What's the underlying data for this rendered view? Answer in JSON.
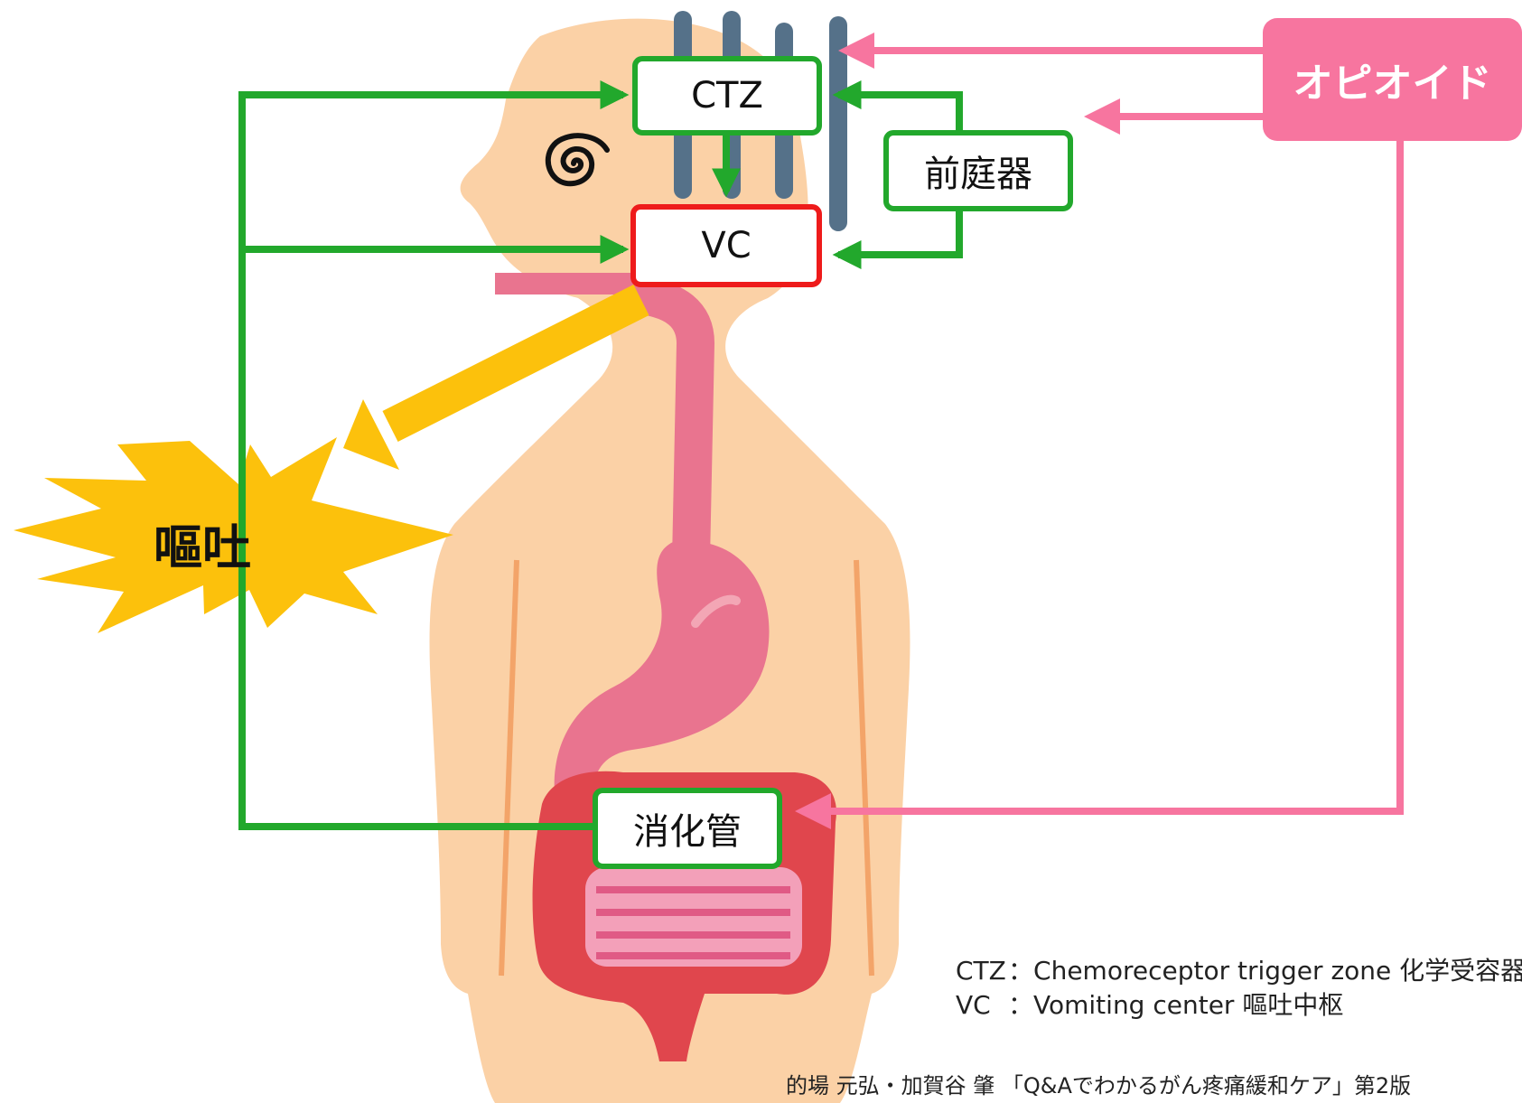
{
  "nodes": {
    "ctz": "CTZ",
    "vc": "VC",
    "vestibular": "前庭器",
    "gut": "消化管",
    "opioid": "オピオイド",
    "vomit": "嘔吐"
  },
  "legend": [
    {
      "abbr": "CTZ",
      "sep": "：",
      "text": "Chemoreceptor trigger zone 化学受容器引金帯"
    },
    {
      "abbr": "VC",
      "sep": "：",
      "text": "Vomiting center  嘔吐中枢"
    }
  ],
  "credit": "的場 元弘・加賀谷 肇 「Q&Aでわかるがん疼痛緩和ケア」第2版",
  "colors": {
    "green": "#22a82c",
    "red": "#ee1b1b",
    "pink": "#f7759f",
    "burst": "#fcc10c",
    "skin": "#fbd1a6",
    "organ": "#e9748f",
    "intestine": "#e0464d",
    "neuron": "#557189"
  }
}
